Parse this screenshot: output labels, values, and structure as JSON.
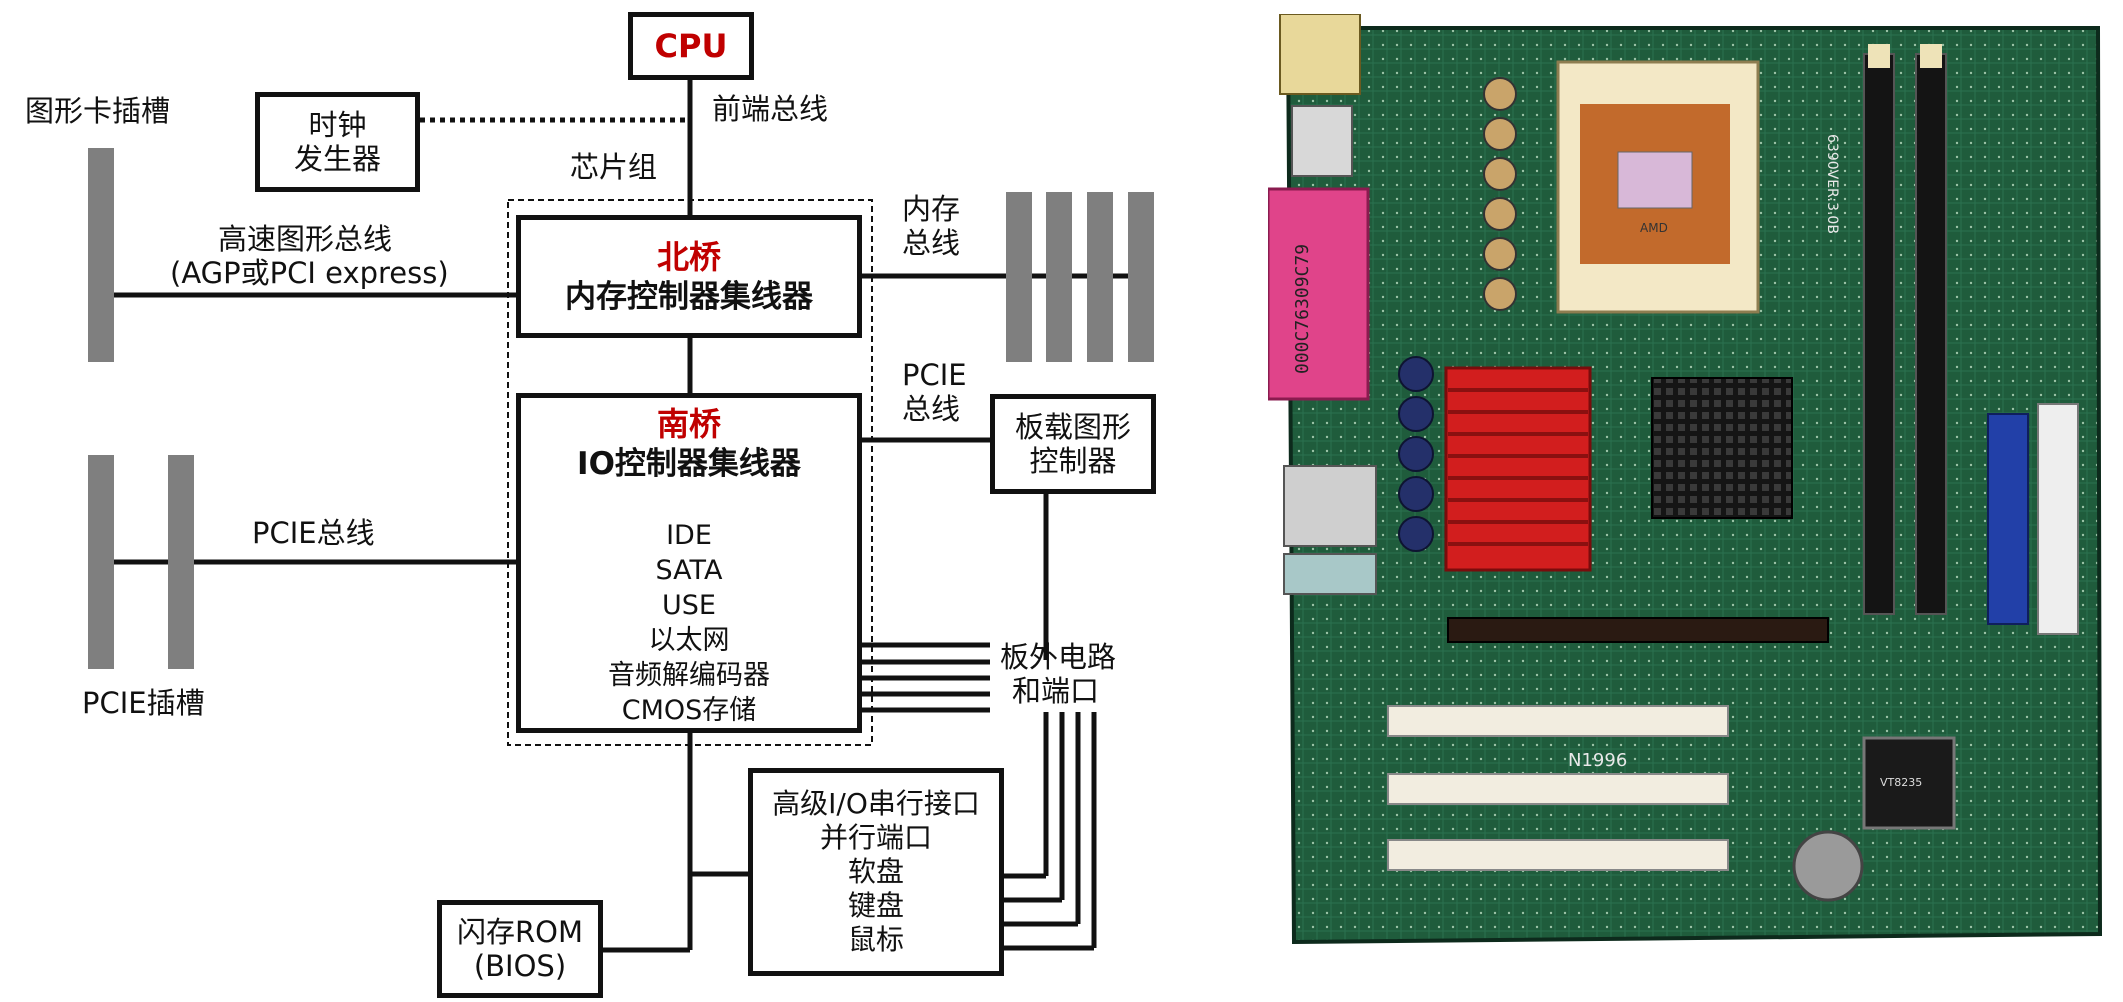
{
  "cpu": "CPU",
  "clock": {
    "line1": "时钟",
    "line2": "发生器"
  },
  "fsb": "前端总线",
  "chipset": "芯片组",
  "graphics_slot": "图形卡插槽",
  "agp_bus": {
    "line1": "高速图形总线",
    "line2": "(AGP或PCI express)"
  },
  "northbridge": {
    "title": "北桥",
    "subtitle": "内存控制器集线器"
  },
  "memory_bus": {
    "line1": "内存",
    "line2": "总线"
  },
  "southbridge": {
    "title": "南桥",
    "subtitle": "IO控制器集线器",
    "items": [
      "IDE",
      "SATA",
      "USE",
      "以太网",
      "音频解编码器",
      "CMOS存储"
    ]
  },
  "pcie_bus_right": {
    "line1": "PCIE",
    "line2": "总线"
  },
  "onboard_gfx": {
    "line1": "板载图形",
    "line2": "控制器"
  },
  "pcie_bus_left": "PCIE总线",
  "pcie_slots": "PCIE插槽",
  "external": {
    "line1": "板外电路",
    "line2": "和端口"
  },
  "io_box": [
    "高级I/O串行接口",
    "并行端口",
    "软盘",
    "键盘",
    "鼠标"
  ],
  "flash": {
    "line1": "闪存ROM",
    "line2": "(BIOS)"
  },
  "photo": {
    "chip_amd": "AMD",
    "chip_via": "VT8235",
    "board_model": "N1996",
    "serial": "000C76309C79",
    "version": "6390VER:3.0B"
  },
  "colors": {
    "accent_red": "#c00000",
    "slot_gray": "#7f7f7f",
    "pcb_green": "#1e5a3a"
  }
}
